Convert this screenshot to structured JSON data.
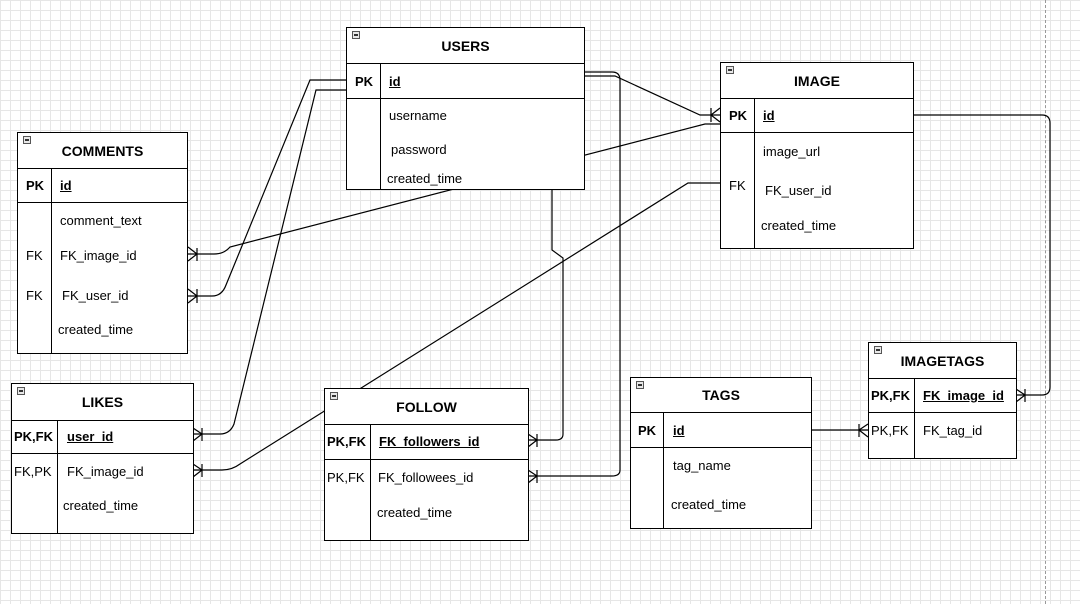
{
  "entities": {
    "users": {
      "title": "USERS",
      "pk_key": "PK",
      "pk_col": "id",
      "cols": [
        "username",
        "password",
        "created_time"
      ]
    },
    "image": {
      "title": "IMAGE",
      "pk_key": "PK",
      "pk_col": "id",
      "cols": [
        "image_url",
        "FK_user_id",
        "created_time"
      ],
      "fk_key": "FK"
    },
    "comments": {
      "title": "COMMENTS",
      "pk_key": "PK",
      "pk_col": "id",
      "cols": [
        "comment_text",
        "FK_image_id",
        "FK_user_id",
        "created_time"
      ],
      "fk_keys": [
        "FK",
        "FK"
      ]
    },
    "likes": {
      "title": "LIKES",
      "pk_key": "PK,FK",
      "pk_col": "user_id",
      "row2_key": "FK,PK",
      "cols": [
        "FK_image_id",
        "created_time"
      ]
    },
    "follow": {
      "title": "FOLLOW",
      "pk_key": "PK,FK",
      "pk_col": "FK_followers_id",
      "row2_key": "PK,FK",
      "cols": [
        "FK_followees_id",
        "created_time"
      ]
    },
    "tags": {
      "title": "TAGS",
      "pk_key": "PK",
      "pk_col": "id",
      "cols": [
        "tag_name",
        "created_time"
      ]
    },
    "imagetags": {
      "title": "IMAGETAGS",
      "pk_key": "PK,FK",
      "pk_col": "FK_image_id",
      "row2_key": "PK,FK",
      "cols": [
        "FK_tag_id"
      ]
    }
  }
}
